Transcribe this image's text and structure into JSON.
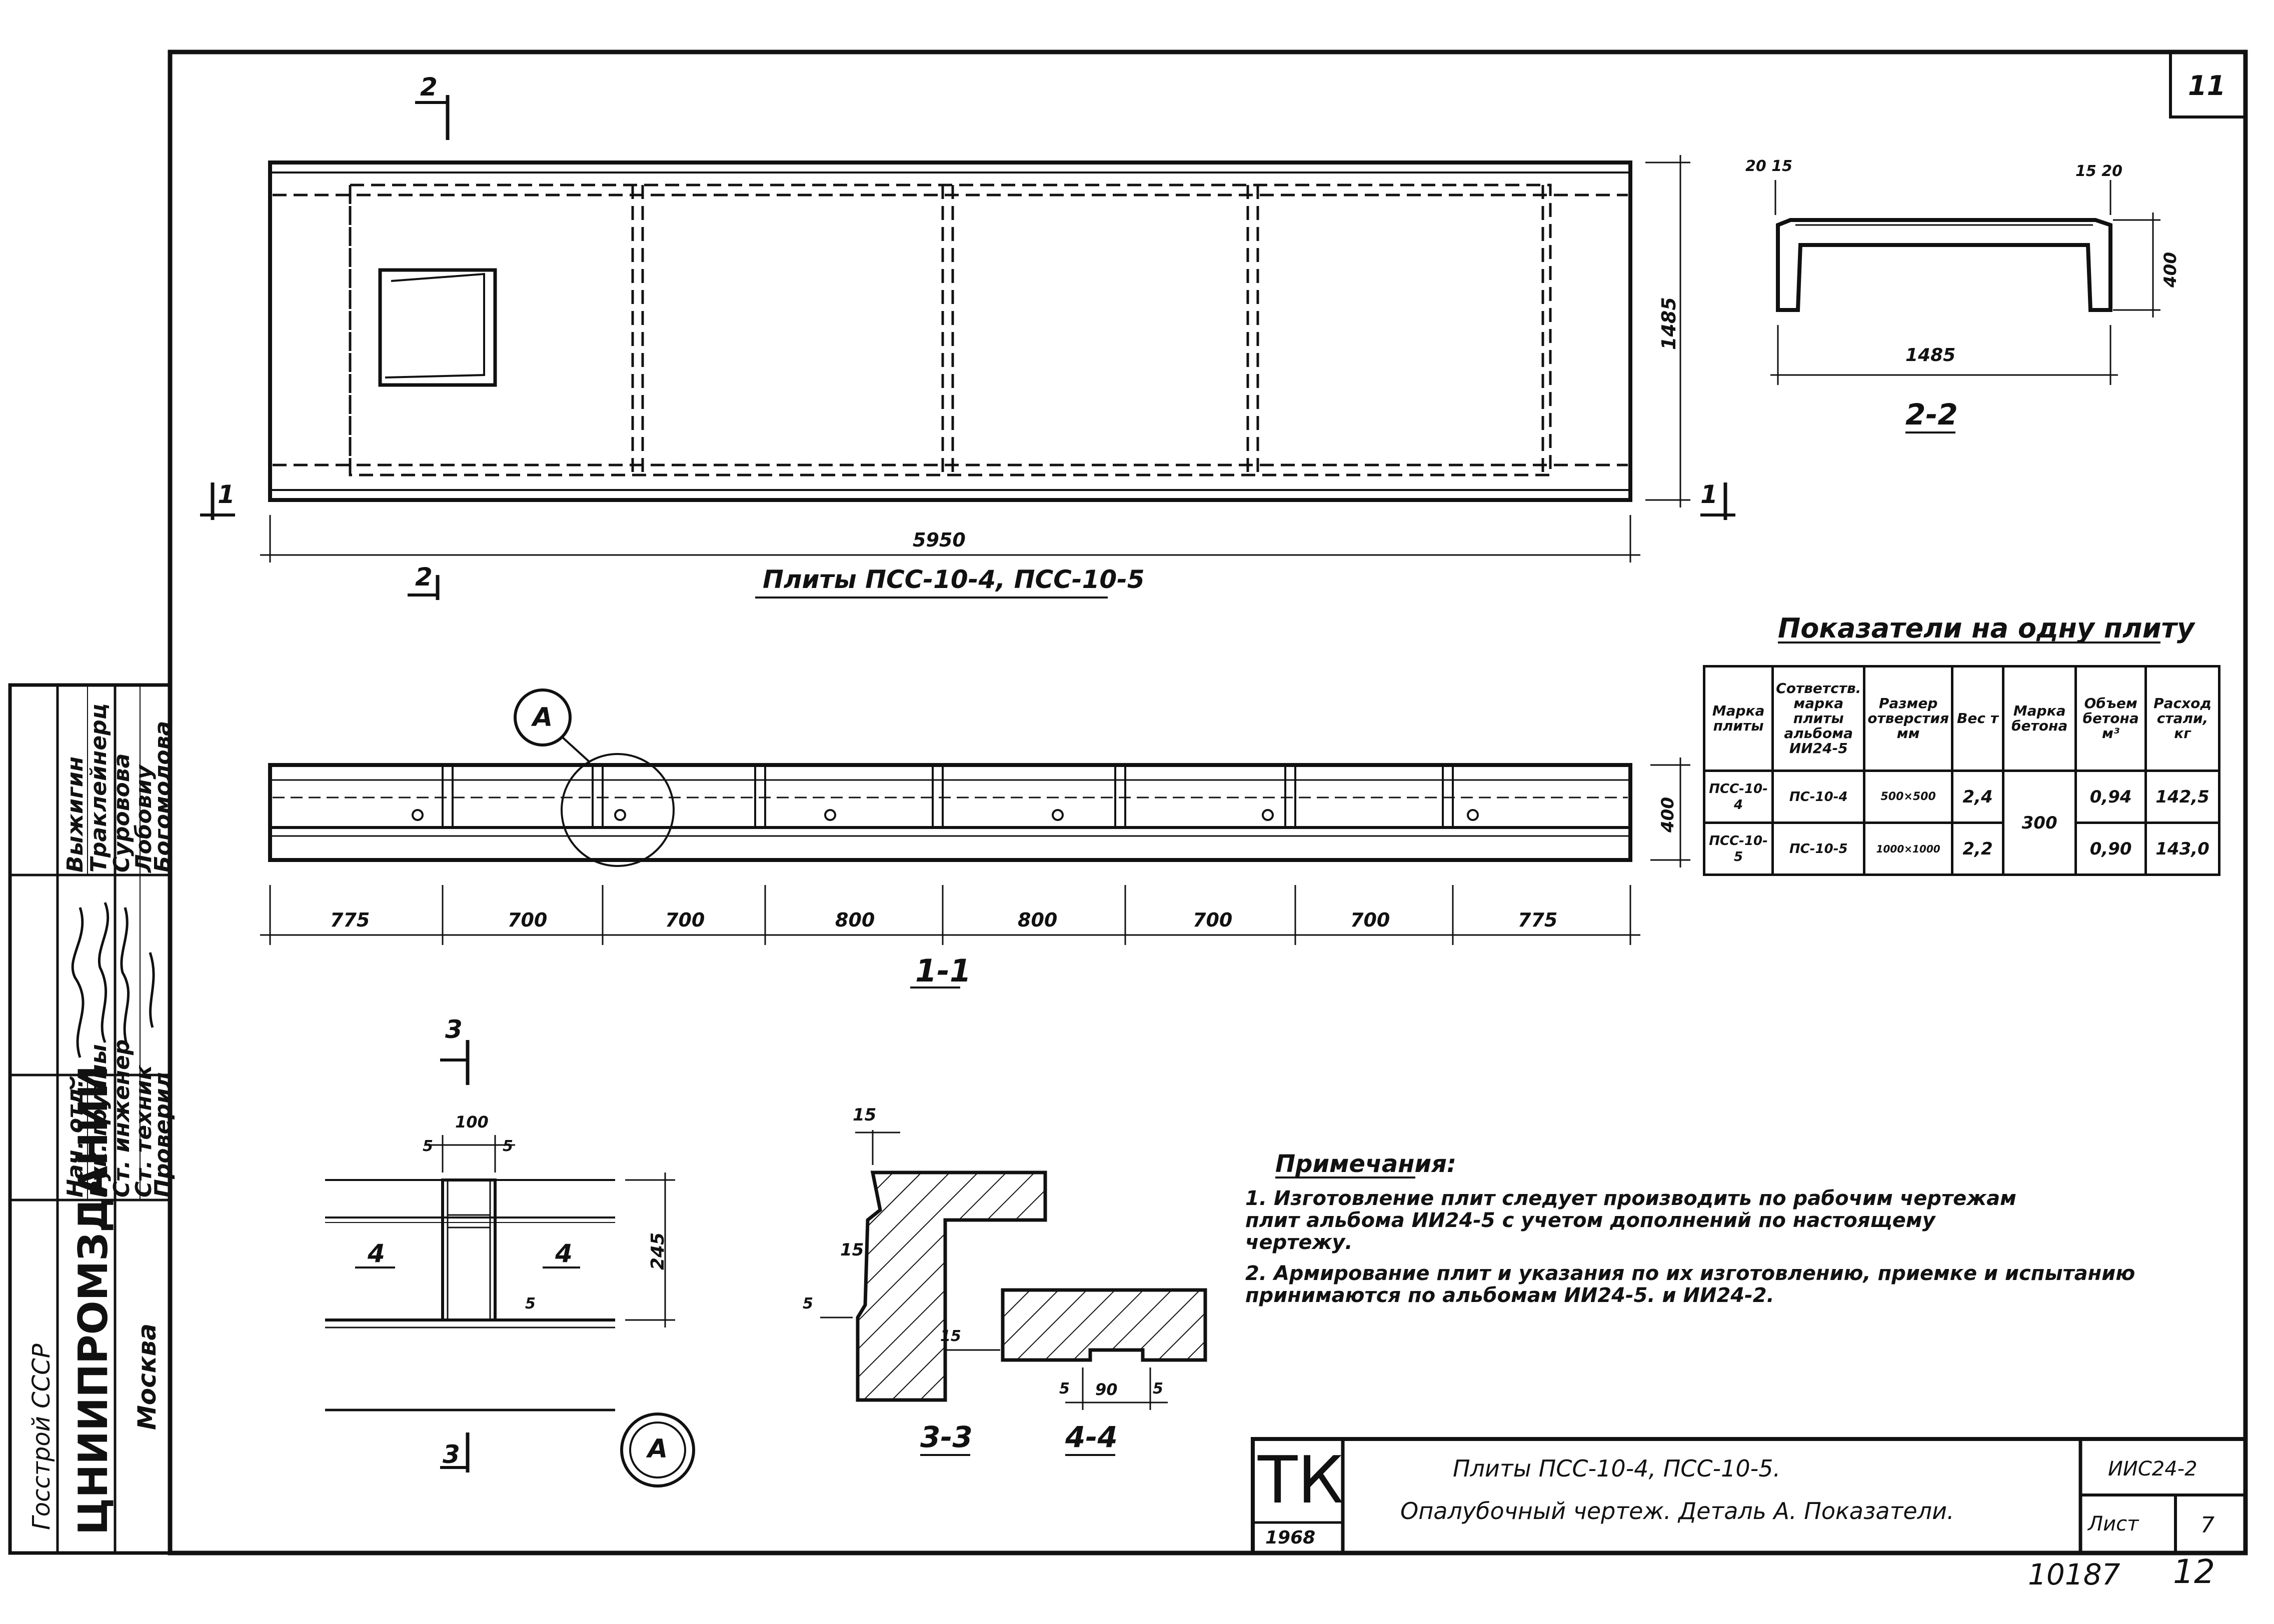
{
  "sheet": {
    "corner_number": "11",
    "bottom_number": "10187",
    "bottom_page": "12"
  },
  "plan_view": {
    "caption": "Плиты ПСС-10-4, ПСС-10-5",
    "length_dim": "5950",
    "width_dim": "1485",
    "section_mark_2": "2",
    "section_mark_1": "1"
  },
  "section_2_2": {
    "caption": "2-2",
    "dim_left": "20 15",
    "dim_right": "15 20",
    "dim_height": "400",
    "dim_width": "1485"
  },
  "section_1_1": {
    "caption": "1-1",
    "detail_callout": "А",
    "height_dim": "400",
    "spans": [
      "775",
      "700",
      "700",
      "800",
      "800",
      "700",
      "700",
      "775"
    ]
  },
  "detail_a": {
    "section_mark": "3",
    "callout": "А",
    "dim_top": "100",
    "dim_left_gap": "5",
    "dim_right_gap": "5",
    "dim_height": "245",
    "dim_bottom_gap": "5",
    "cut_left": "4",
    "cut_right": "4"
  },
  "section_3_3": {
    "caption": "3-3",
    "dim_top": "15",
    "dim_mid": "15",
    "dim_side": "5"
  },
  "section_4_4": {
    "caption": "4-4",
    "dim_side": "15",
    "dim_gap_left": "5",
    "dim_width": "90",
    "dim_gap_right": "5"
  },
  "indicators": {
    "title": "Показатели на одну плиту",
    "headers": [
      "Марка плиты",
      "Сответств. марка плиты альбома ИИ24-5",
      "Размер отверстия мм",
      "Вес т",
      "Марка бетона",
      "Объем бетона м³",
      "Расход стали, кг"
    ],
    "rows": [
      [
        "ПСС-10-4",
        "ПС-10-4",
        "500×500",
        "2,4",
        "300",
        "0,94",
        "142,5"
      ],
      [
        "ПСС-10-5",
        "ПС-10-5",
        "1000×1000",
        "2,2",
        "300",
        "0,90",
        "143,0"
      ]
    ]
  },
  "notes": {
    "title": "Примечания:",
    "items": [
      "1. Изготовление плит следует производить по рабочим чертежам плит альбома ИИ24-5 с учетом дополнений по настоящему чертежу.",
      "2. Армирование плит и указания по их изготовлению, приемке и испытанию принимаются по альбомам ИИ24-5. и ИИ24-2."
    ]
  },
  "side_block": {
    "org1": "Госстрой СССР",
    "org2": "ЦНИИПРОМЗДАНИЙ",
    "city": "Москва",
    "roles": [
      "Нач. отд.",
      "Рук. группы",
      "Ст. инженер",
      "Ст. техник",
      "Проверил"
    ],
    "names": [
      "Выжигин",
      "Траклейнерц",
      "Суровова",
      "Лобовиу",
      "Богомолова"
    ]
  },
  "title_block": {
    "logo": "ТК",
    "year": "1968",
    "title_line1": "Плиты ПСС-10-4, ПСС-10-5.",
    "title_line2": "Опалубочный чертеж. Деталь А. Показатели.",
    "album": "ИИС24-2",
    "sheet_label": "Лист",
    "sheet_no": "7"
  }
}
